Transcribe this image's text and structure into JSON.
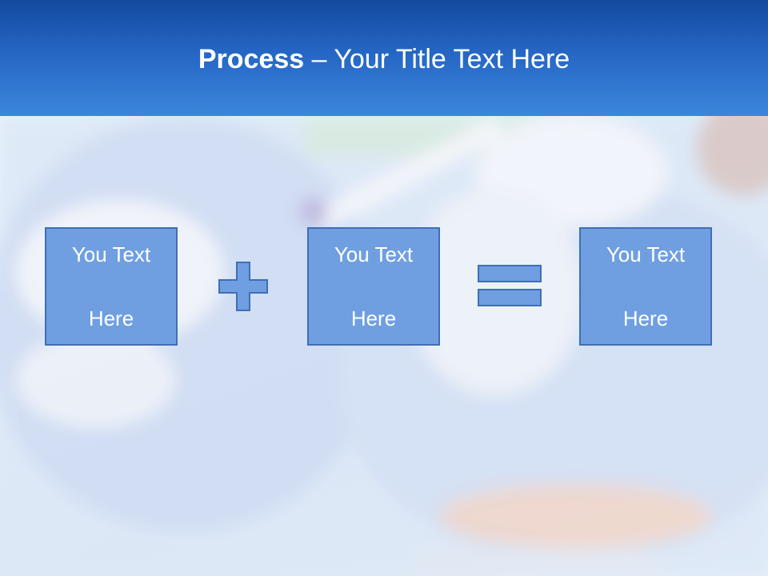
{
  "slide": {
    "title_bold": "Process",
    "title_rest": " – Your Title Text Here"
  },
  "process": {
    "boxes": [
      {
        "text_line1": "You Text",
        "text_line2": "Here"
      },
      {
        "text_line1": "You Text",
        "text_line2": "Here"
      },
      {
        "text_line1": "You Text",
        "text_line2": "Here"
      }
    ],
    "operators": [
      "plus-icon",
      "equals-icon"
    ]
  },
  "colors": {
    "header_top": "#134a9e",
    "header_bottom": "#3c86dc",
    "box_fill": "#6f9fe0",
    "box_border": "#3f6fb4",
    "text": "#ffffff"
  }
}
